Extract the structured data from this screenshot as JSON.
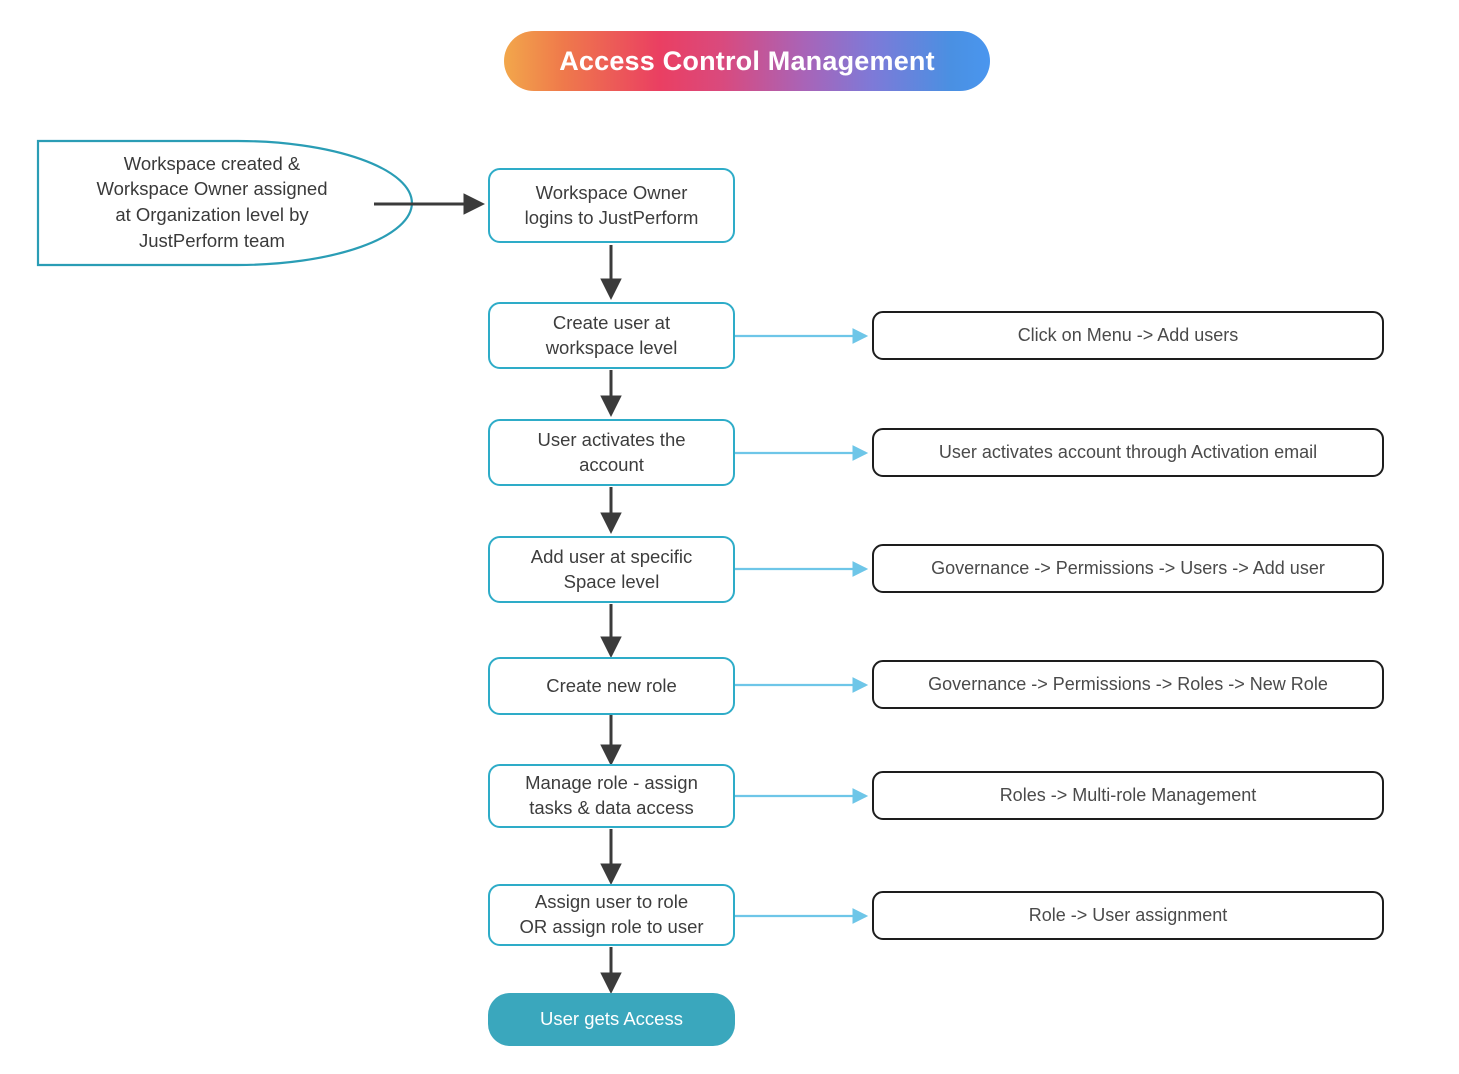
{
  "title": {
    "text": "Access Control Management",
    "gradient_from": "#f2a74b",
    "gradient_mid": "#ea3f62",
    "gradient_mid2": "#a864b8",
    "gradient_to": "#4a90e2",
    "text_color": "#ffffff"
  },
  "colors": {
    "flow_border": "#2eacc8",
    "flow_text": "#3d3d3d",
    "terminal_fill": "#3aa7bd",
    "terminal_text": "#ffffff",
    "note_border": "#1d1d1d",
    "note_text": "#4a4a4a",
    "vertical_arrow": "#3b3b3b",
    "horizontal_arrow": "#6ec6e8",
    "background": "#ffffff"
  },
  "callout": {
    "text": "Workspace created &\nWorkspace Owner assigned\nat Organization level by\nJustPerform team",
    "border_color": "#2a9db5",
    "shape": "half-ellipse"
  },
  "chart_data": {
    "type": "diagram",
    "diagram_type": "flowchart",
    "title": "Access Control Management",
    "direction": "top-to-bottom",
    "nodes": [
      {
        "id": "callout",
        "kind": "callout-ellipse",
        "label": "Workspace created & Workspace Owner assigned at Organization level by JustPerform team"
      },
      {
        "id": "step1",
        "kind": "process",
        "label": "Workspace Owner logins to JustPerform"
      },
      {
        "id": "step2",
        "kind": "process",
        "label": "Create user at workspace level"
      },
      {
        "id": "step3",
        "kind": "process",
        "label": "User activates the account"
      },
      {
        "id": "step4",
        "kind": "process",
        "label": "Add user at specific Space level"
      },
      {
        "id": "step5",
        "kind": "process",
        "label": "Create new role"
      },
      {
        "id": "step6",
        "kind": "process",
        "label": "Manage role - assign tasks & data access"
      },
      {
        "id": "step7",
        "kind": "process",
        "label": "Assign user to role OR assign role to user"
      },
      {
        "id": "end",
        "kind": "terminal",
        "label": "User gets Access"
      },
      {
        "id": "note2",
        "kind": "note",
        "label": "Click on Menu -> Add users"
      },
      {
        "id": "note3",
        "kind": "note",
        "label": "User activates account through Activation email"
      },
      {
        "id": "note4",
        "kind": "note",
        "label": "Governance -> Permissions  -> Users -> Add user"
      },
      {
        "id": "note5",
        "kind": "note",
        "label": "Governance -> Permissions  -> Roles -> New Role"
      },
      {
        "id": "note6",
        "kind": "note",
        "label": "Roles -> Multi-role Management"
      },
      {
        "id": "note7",
        "kind": "note",
        "label": "Role -> User assignment"
      }
    ],
    "edges": [
      {
        "from": "callout",
        "to": "step1",
        "style": "dark-horizontal"
      },
      {
        "from": "step1",
        "to": "step2",
        "style": "dark-vertical"
      },
      {
        "from": "step2",
        "to": "step3",
        "style": "dark-vertical"
      },
      {
        "from": "step3",
        "to": "step4",
        "style": "dark-vertical"
      },
      {
        "from": "step4",
        "to": "step5",
        "style": "dark-vertical"
      },
      {
        "from": "step5",
        "to": "step6",
        "style": "dark-vertical"
      },
      {
        "from": "step6",
        "to": "step7",
        "style": "dark-vertical"
      },
      {
        "from": "step7",
        "to": "end",
        "style": "dark-vertical"
      },
      {
        "from": "step2",
        "to": "note2",
        "style": "blue-horizontal"
      },
      {
        "from": "step3",
        "to": "note3",
        "style": "blue-horizontal"
      },
      {
        "from": "step4",
        "to": "note4",
        "style": "blue-horizontal"
      },
      {
        "from": "step5",
        "to": "note5",
        "style": "blue-horizontal"
      },
      {
        "from": "step6",
        "to": "note6",
        "style": "blue-horizontal"
      },
      {
        "from": "step7",
        "to": "note7",
        "style": "blue-horizontal"
      }
    ]
  },
  "steps": [
    {
      "label": "Workspace Owner\nlogins to JustPerform"
    },
    {
      "label": "Create user at\nworkspace level"
    },
    {
      "label": "User activates the\naccount"
    },
    {
      "label": "Add user at specific\nSpace level"
    },
    {
      "label": "Create new role"
    },
    {
      "label": "Manage role - assign\ntasks & data access"
    },
    {
      "label": "Assign user to role\nOR assign role to user"
    }
  ],
  "terminal": {
    "label": "User gets Access"
  },
  "notes": [
    {
      "label": "Click on Menu -> Add users"
    },
    {
      "label": "User activates account through Activation email"
    },
    {
      "label": "Governance -> Permissions  -> Users -> Add user"
    },
    {
      "label": "Governance -> Permissions  -> Roles -> New Role"
    },
    {
      "label": "Roles -> Multi-role Management"
    },
    {
      "label": "Role -> User assignment"
    }
  ]
}
